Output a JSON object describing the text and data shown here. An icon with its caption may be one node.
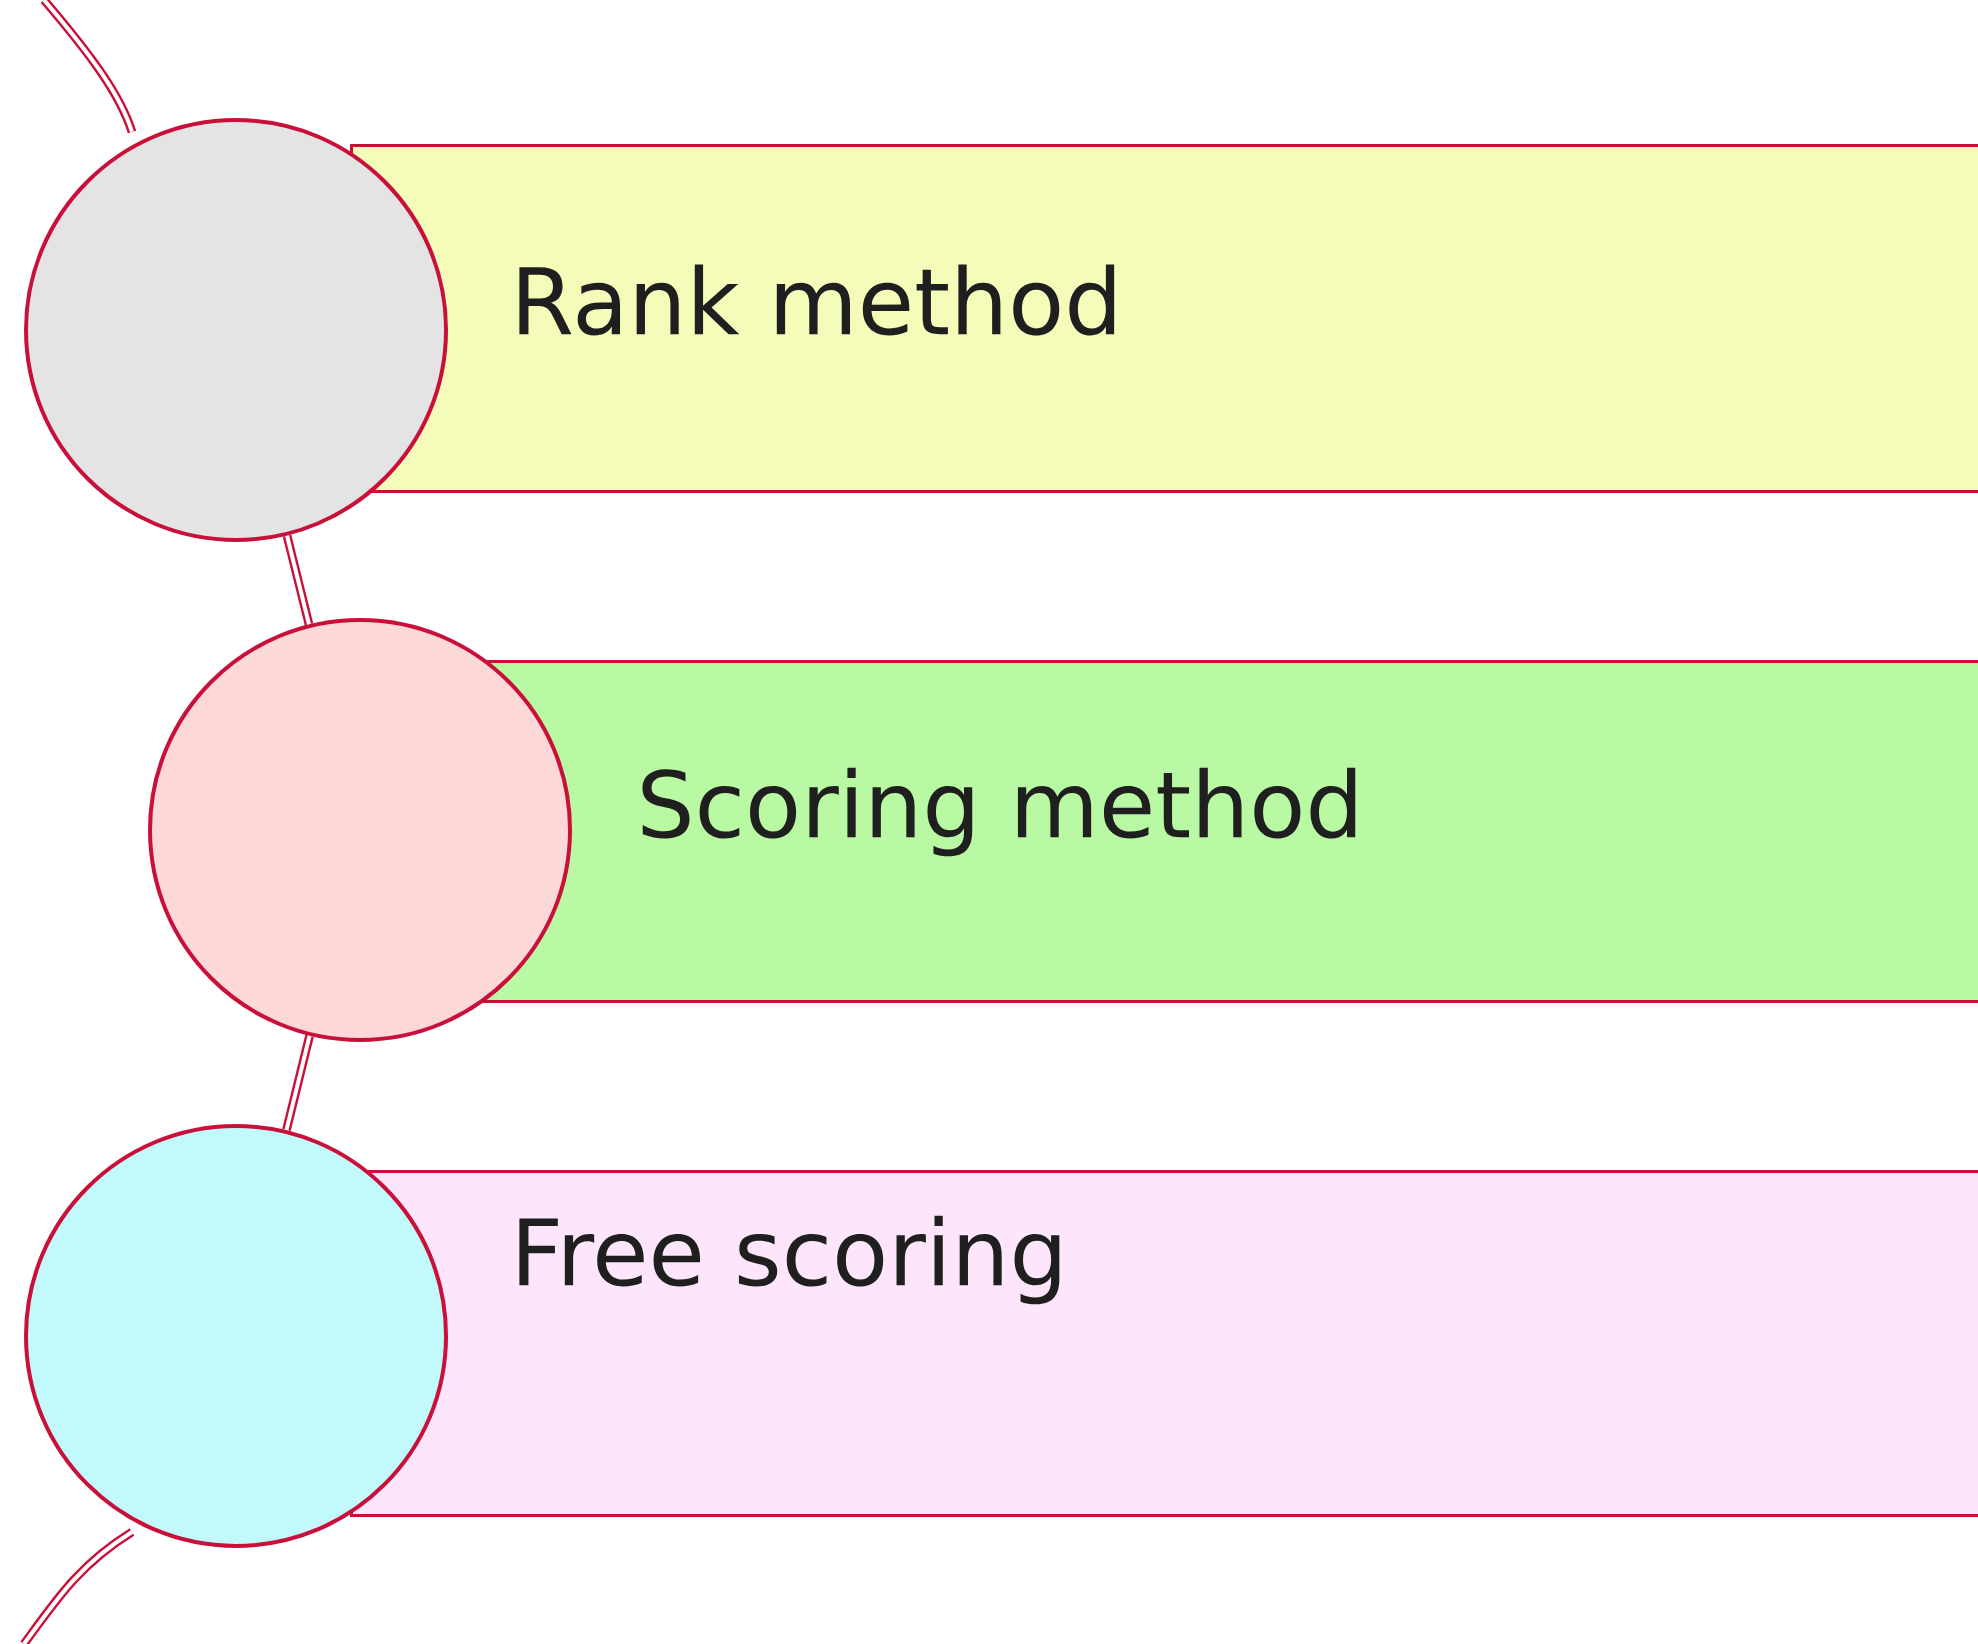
{
  "diagram": {
    "nodes": [
      {
        "text": [],
        "shape": "circle"
      },
      {
        "text": [
          "Rank method"
        ]
      },
      {
        "text": [],
        "shape": "circle"
      },
      {
        "text": [
          "Scoring method"
        ]
      },
      {
        "text": [],
        "shape": "circle"
      },
      {
        "text": [
          "Free scoring"
        ]
      }
    ],
    "edges": [
      {
        "from": 0,
        "to": 2,
        "arrow": "none"
      },
      {
        "from": 2,
        "to": 4,
        "arrow": "none"
      }
    ]
  }
}
